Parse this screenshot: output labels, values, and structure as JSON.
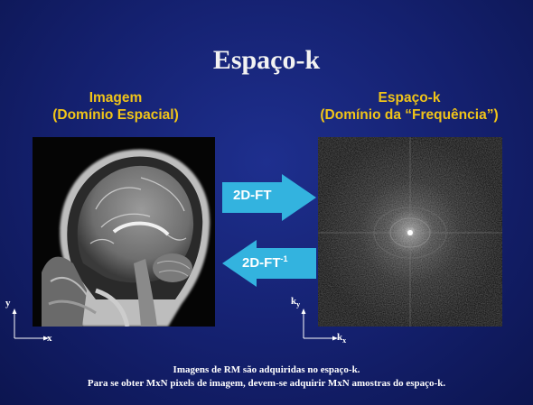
{
  "slide": {
    "title": "Espaço-k",
    "left_caption": {
      "line1": "Imagem",
      "line2": "(Domínio Espacial)"
    },
    "right_caption": {
      "line1": "Espaço-k",
      "line2": "(Domínio da “Frequência”)"
    },
    "forward_arrow_label": "2D-FT",
    "inverse_arrow_label": {
      "base": "2D-FT",
      "superscript": "-1"
    },
    "left_axes": {
      "x": "x",
      "y": "y"
    },
    "right_axes": {
      "x_base": "k",
      "x_sub": "x",
      "y_base": "k",
      "y_sub": "y"
    },
    "footer_line1": "Imagens de RM são adquiridas no espaço-k.",
    "footer_line2": "Para se obter MxN pixels de imagem, devem-se adquirir MxN amostras do espaço-k.",
    "colors": {
      "caption": "#f0c419",
      "arrow": "#33b3df",
      "background": "#14206e"
    }
  }
}
